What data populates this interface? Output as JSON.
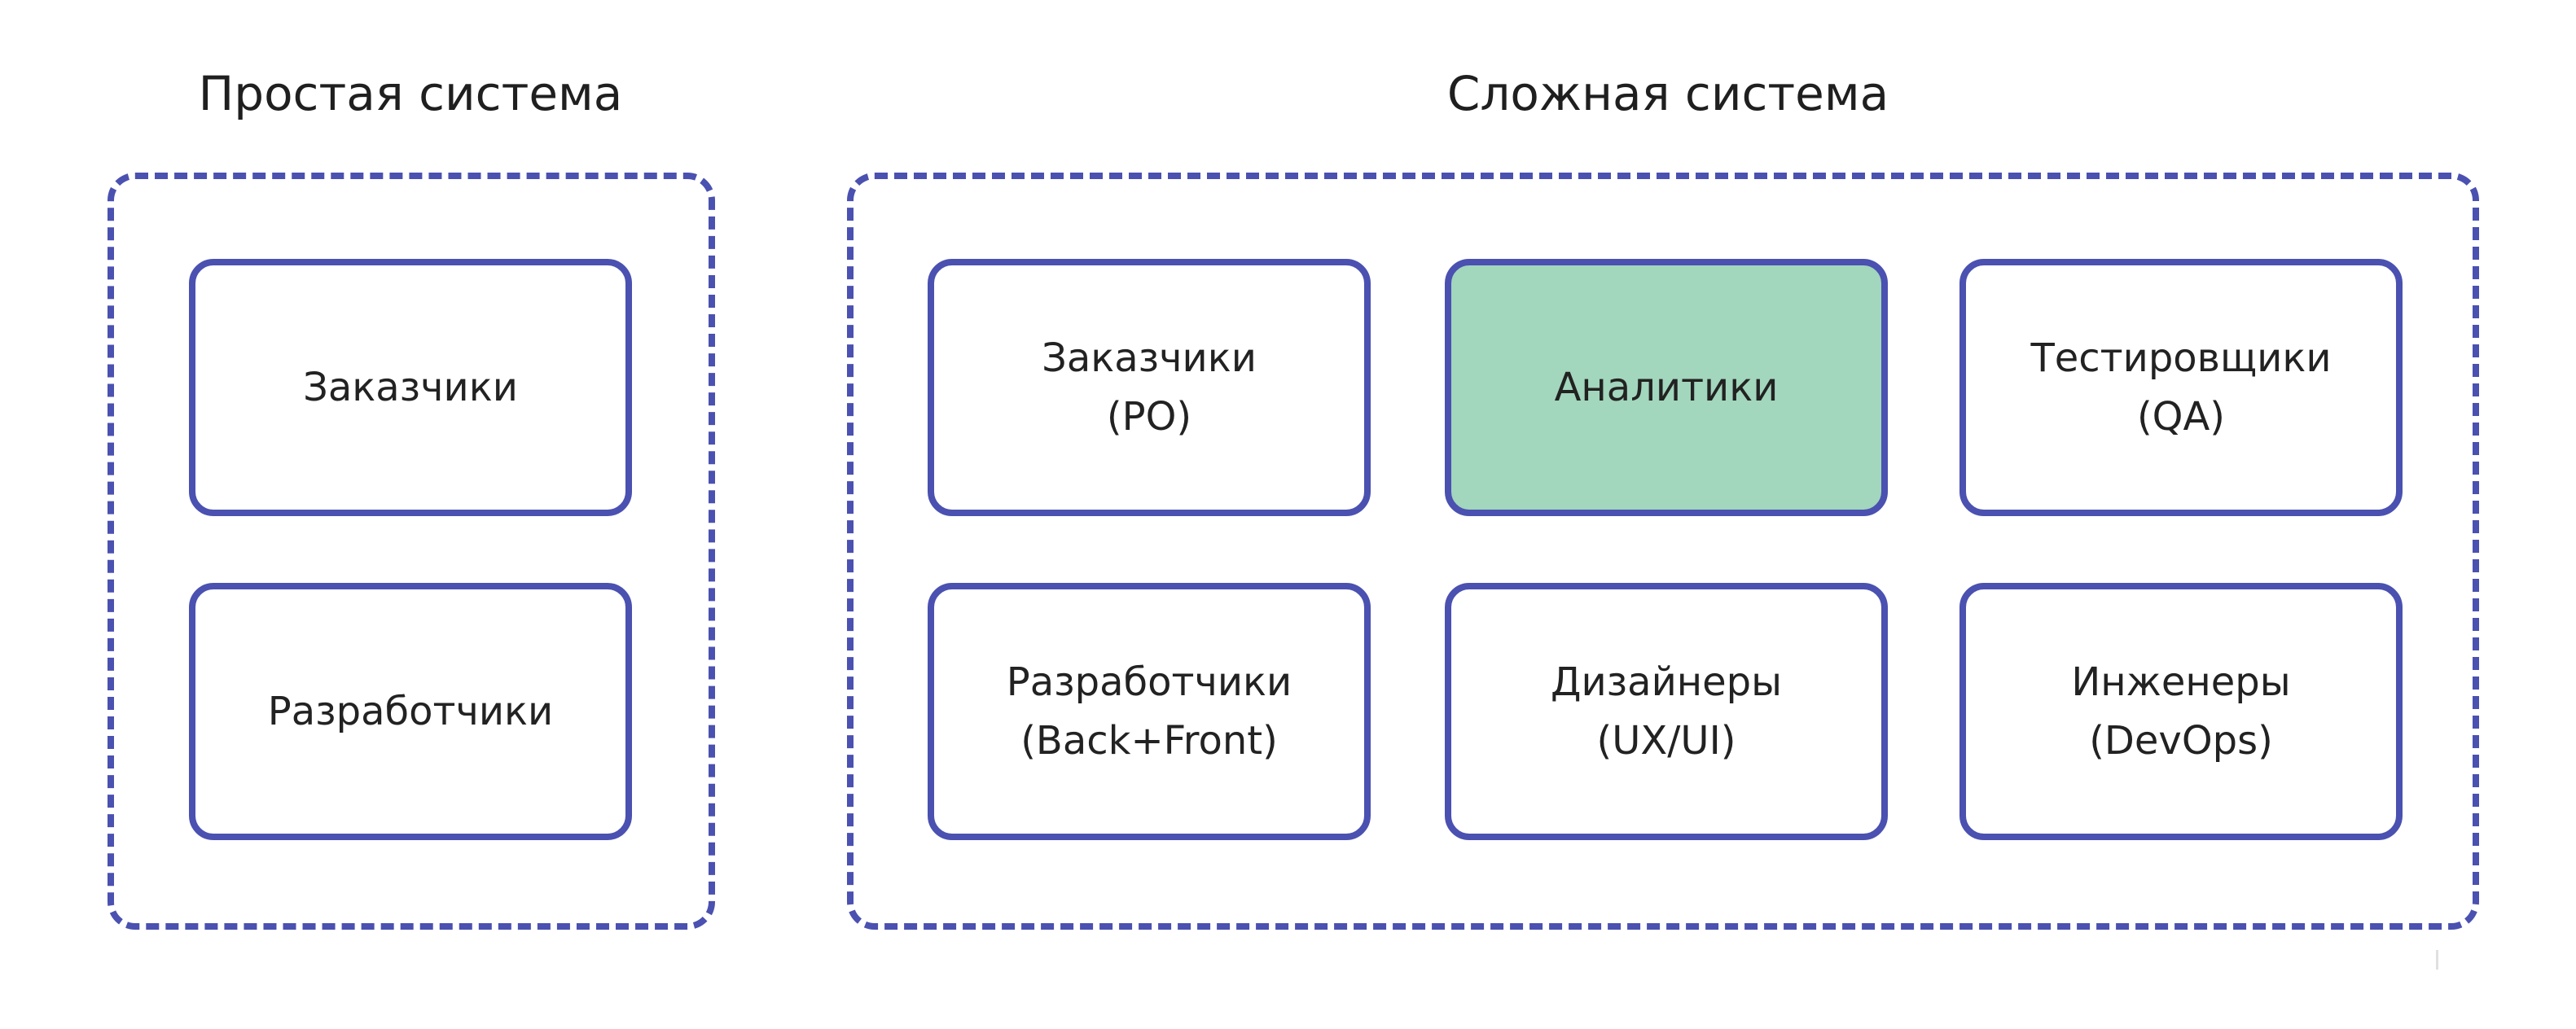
{
  "colors": {
    "stroke": "#4a51b0",
    "highlight_fill": "#a2d6bd",
    "text": "#222222",
    "background": "#ffffff"
  },
  "simple_system": {
    "title": "Простая система",
    "nodes": [
      {
        "label": "Заказчики"
      },
      {
        "label": "Разработчики"
      }
    ]
  },
  "complex_system": {
    "title": "Сложная система",
    "nodes": [
      {
        "line1": "Заказчики",
        "line2": "(PO)"
      },
      {
        "label": "Аналитики",
        "highlighted": true
      },
      {
        "line1": "Тестировщики",
        "line2": "(QA)"
      },
      {
        "line1": "Разработчики",
        "line2": "(Back+Front)"
      },
      {
        "line1": "Дизайнеры",
        "line2": "(UX/UI)"
      },
      {
        "line1": "Инженеры",
        "line2": "(DevOps)"
      }
    ]
  }
}
